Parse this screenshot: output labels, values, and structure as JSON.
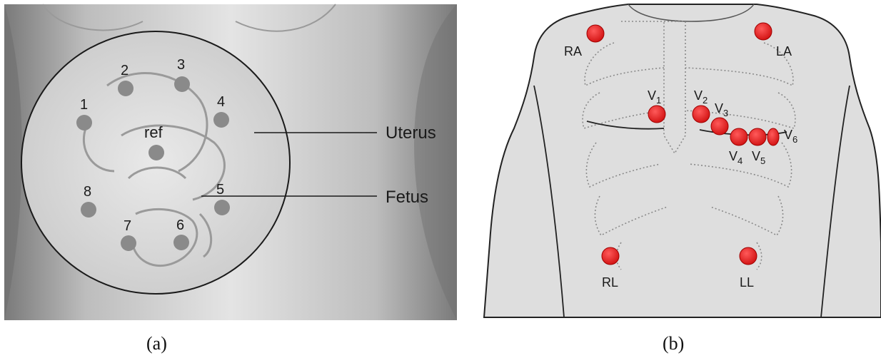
{
  "panel_a": {
    "caption": "(a)",
    "electrodes": [
      {
        "id": "e1",
        "label": "1"
      },
      {
        "id": "e2",
        "label": "2"
      },
      {
        "id": "e3",
        "label": "3"
      },
      {
        "id": "e4",
        "label": "4"
      },
      {
        "id": "eref",
        "label": "ref"
      },
      {
        "id": "e5",
        "label": "5"
      },
      {
        "id": "e6",
        "label": "6"
      },
      {
        "id": "e7",
        "label": "7"
      },
      {
        "id": "e8",
        "label": "8"
      }
    ],
    "annotations": {
      "uterus": "Uterus",
      "fetus": "Fetus"
    },
    "colors": {
      "electrode": "#8a8a8a",
      "skin_dark": "#8c8c8c",
      "skin_light": "#e0e0e0"
    }
  },
  "panel_b": {
    "caption": "(b)",
    "electrodes": {
      "ra": "RA",
      "la": "LA",
      "v1": "V",
      "v1_sub": "1",
      "v2": "V",
      "v2_sub": "2",
      "v3": "V",
      "v3_sub": "3",
      "v4": "V",
      "v4_sub": "4",
      "v5": "V",
      "v5_sub": "5",
      "v6": "V",
      "v6_sub": "6",
      "rl": "RL",
      "ll": "LL"
    },
    "colors": {
      "electrode": "#e01b1b",
      "body": "#dedede"
    }
  }
}
